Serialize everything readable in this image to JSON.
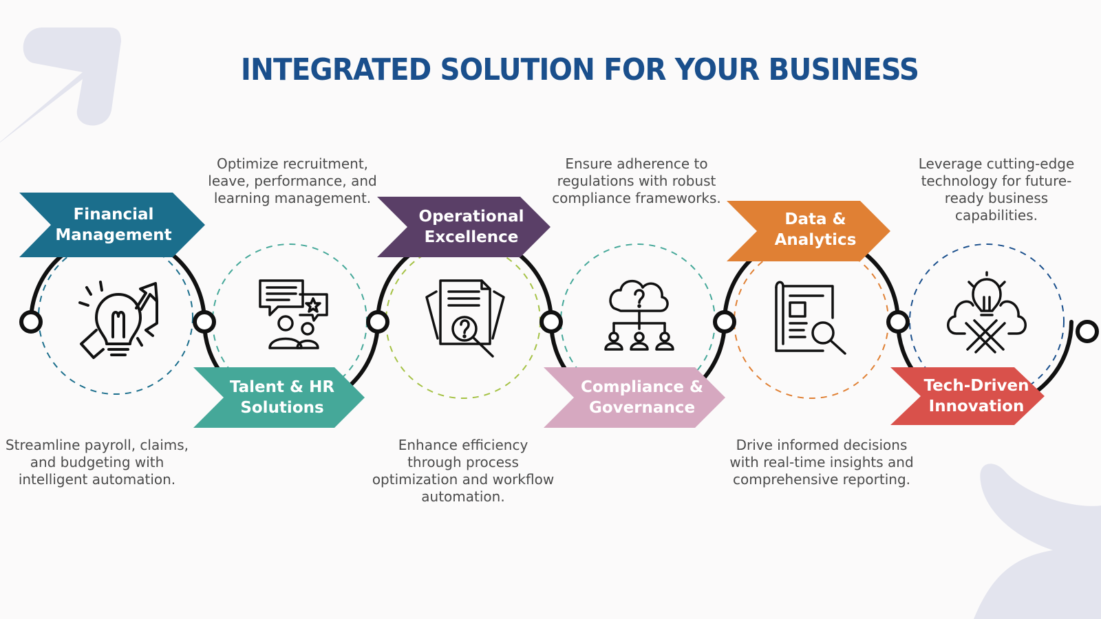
{
  "title": "INTEGRATED SOLUTION FOR YOUR BUSINESS",
  "colors": {
    "title": "#1a4f8c",
    "financial": "#1b6e8c",
    "talent": "#45a899",
    "operational": "#5a3f67",
    "compliance": "#d6a8c0",
    "data": "#e08034",
    "tech": "#d9514b",
    "decor": "#e3e4ee"
  },
  "stages": [
    {
      "label_line1": "Financial",
      "label_line2": "Management",
      "icon": "lightbulb-growth-icon",
      "desc_line1": "Streamline payroll, claims,",
      "desc_line2": "and budgeting with",
      "desc_line3": "intelligent automation."
    },
    {
      "label_line1": "Talent & HR",
      "label_line2": "Solutions",
      "icon": "people-chat-icon",
      "desc_line1": "Optimize recruitment,",
      "desc_line2": "leave, performance, and",
      "desc_line3": "learning management."
    },
    {
      "label_line1": "Operational",
      "label_line2": "Excellence",
      "icon": "document-search-icon",
      "desc_line1": "Enhance efficiency",
      "desc_line2": "through process",
      "desc_line3": "optimization and workflow",
      "desc_line4": "automation."
    },
    {
      "label_line1": "Compliance &",
      "label_line2": "Governance",
      "icon": "cloud-hierarchy-icon",
      "desc_line1": "Ensure adherence to",
      "desc_line2": "regulations with robust",
      "desc_line3": "compliance frameworks."
    },
    {
      "label_line1": "Data &",
      "label_line2": "Analytics",
      "icon": "report-analysis-icon",
      "desc_line1": "Drive informed decisions",
      "desc_line2": "with real-time insights and",
      "desc_line3": "comprehensive reporting."
    },
    {
      "label_line1": "Tech-Driven",
      "label_line2": "Innovation",
      "icon": "cloud-innovation-icon",
      "desc_line1": "Leverage cutting-edge",
      "desc_line2": "technology for future-",
      "desc_line3": "ready business",
      "desc_line4": "capabilities."
    }
  ]
}
